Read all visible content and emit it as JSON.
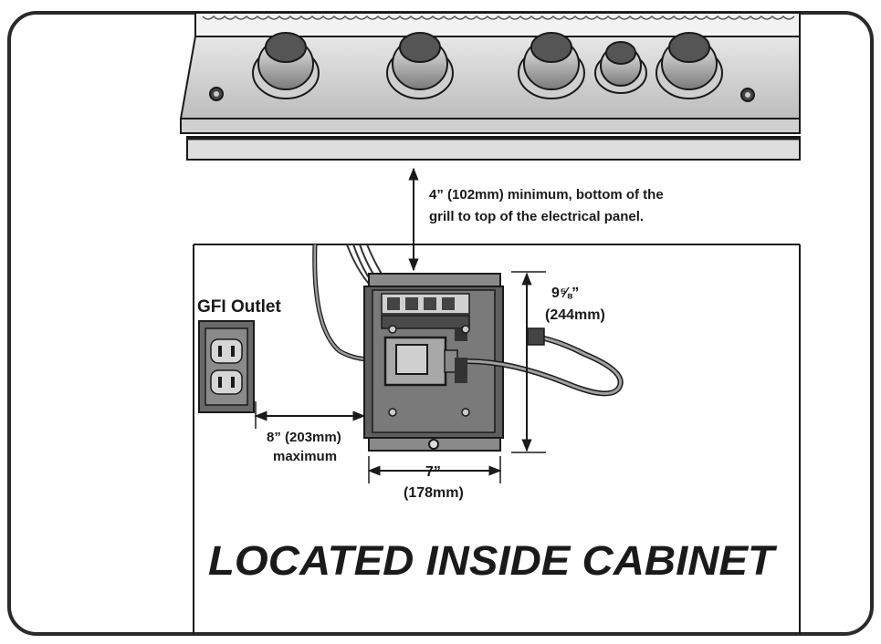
{
  "annotations": {
    "clearance_line1": "4” (102mm) minimum, bottom of the",
    "clearance_line2": "grill to top of the electrical panel.",
    "gfi_label": "GFI Outlet",
    "height_in": "9⅝”",
    "height_mm": "(244mm)",
    "outlet_dist_in": "8” (203mm)",
    "outlet_dist_note": "maximum",
    "width_in": "7”",
    "width_mm": "(178mm)"
  },
  "footer": {
    "headline": "LOCATED INSIDE CABINET"
  },
  "colors": {
    "outline": "#1a1a1a",
    "panel_dark": "#5e5e5e",
    "panel_mid": "#8a8a8a",
    "grill_light": "#d9d9d9",
    "frame": "#2a2a2a"
  }
}
